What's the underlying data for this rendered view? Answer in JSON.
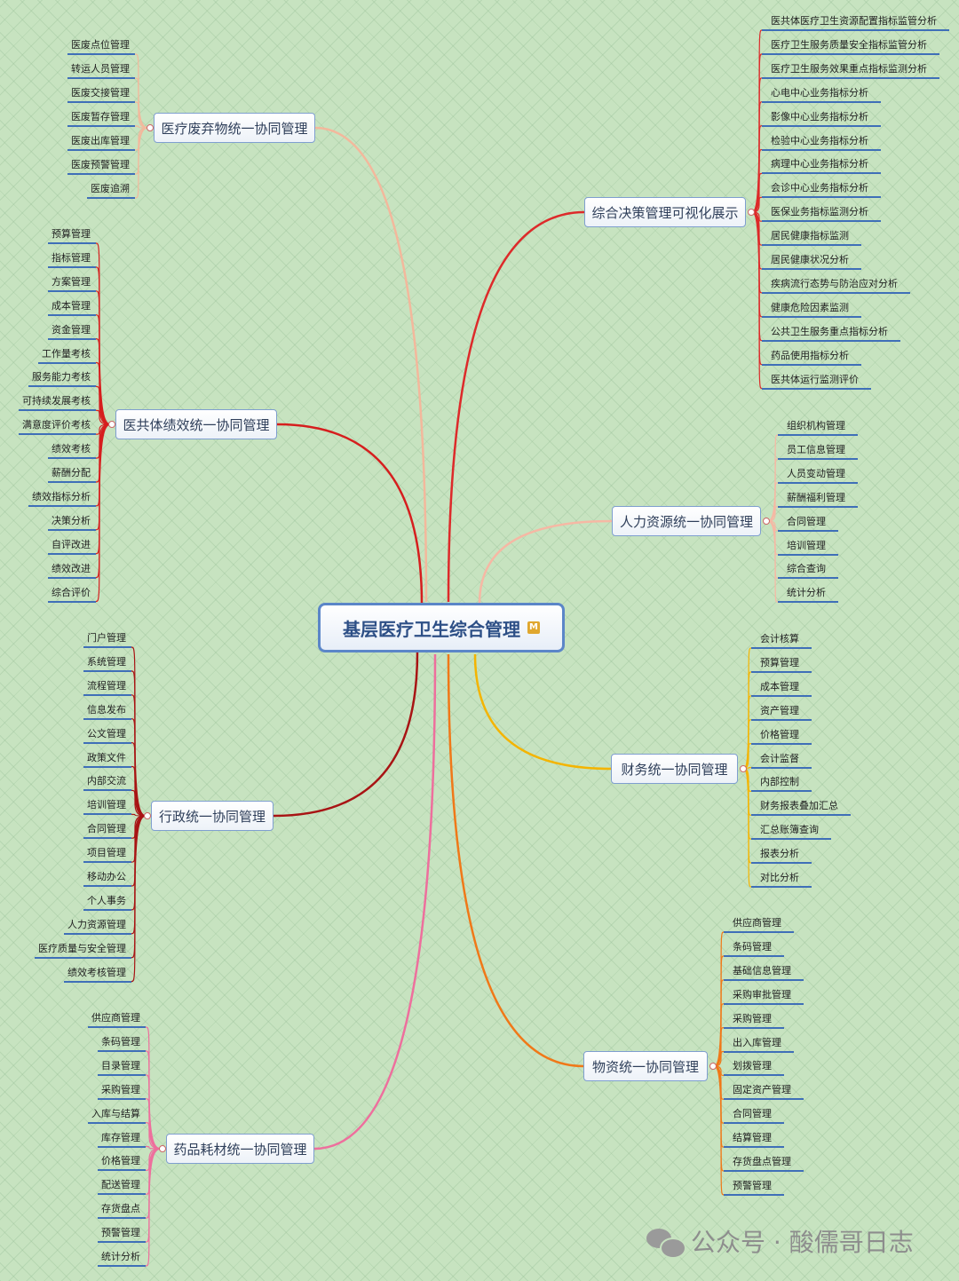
{
  "center": {
    "title": "基层医疗卫生综合管理",
    "badge": "M"
  },
  "branches": [
    {
      "id": "waste",
      "label": "医疗废弃物统一协同管理",
      "color": "#f3b89c",
      "items": [
        "医废点位管理",
        "转运人员管理",
        "医废交接管理",
        "医废暂存管理",
        "医废出库管理",
        "医废预警管理",
        "医废追溯"
      ]
    },
    {
      "id": "perf",
      "label": "医共体绩效统一协同管理",
      "color": "#d61e1e",
      "items": [
        "预算管理",
        "指标管理",
        "方案管理",
        "成本管理",
        "资金管理",
        "工作量考核",
        "服务能力考核",
        "可持续发展考核",
        "满意度评价考核",
        "绩效考核",
        "薪酬分配",
        "绩效指标分析",
        "决策分析",
        "自评改进",
        "绩效改进",
        "综合评价"
      ]
    },
    {
      "id": "admin",
      "label": "行政统一协同管理",
      "color": "#a81414",
      "items": [
        "门户管理",
        "系统管理",
        "流程管理",
        "信息发布",
        "公文管理",
        "政策文件",
        "内部交流",
        "培训管理",
        "合同管理",
        "项目管理",
        "移动办公",
        "个人事务",
        "人力资源管理",
        "医疗质量与安全管理",
        "绩效考核管理"
      ]
    },
    {
      "id": "drug",
      "label": "药品耗材统一协同管理",
      "color": "#ee6f9d",
      "items": [
        "供应商管理",
        "条码管理",
        "目录管理",
        "采购管理",
        "入库与结算",
        "库存管理",
        "价格管理",
        "配送管理",
        "存货盘点",
        "预警管理",
        "统计分析"
      ]
    },
    {
      "id": "decision",
      "label": "综合决策管理可视化展示",
      "color": "#dd2a2a",
      "items": [
        "医共体医疗卫生资源配置指标监管分析",
        "医疗卫生服务质量安全指标监管分析",
        "医疗卫生服务效果重点指标监测分析",
        "心电中心业务指标分析",
        "影像中心业务指标分析",
        "检验中心业务指标分析",
        "病理中心业务指标分析",
        "会诊中心业务指标分析",
        "医保业务指标监测分析",
        "居民健康指标监测",
        "居民健康状况分析",
        "疾病流行态势与防治应对分析",
        "健康危险因素监测",
        "公共卫生服务重点指标分析",
        "药品使用指标分析",
        "医共体运行监测评价"
      ]
    },
    {
      "id": "hr",
      "label": "人力资源统一协同管理",
      "color": "#f6b8a4",
      "items": [
        "组织机构管理",
        "员工信息管理",
        "人员变动管理",
        "薪酬福利管理",
        "合同管理",
        "培训管理",
        "综合查询",
        "统计分析"
      ]
    },
    {
      "id": "finance",
      "label": "财务统一协同管理",
      "color": "#f4b400",
      "items": [
        "会计核算",
        "预算管理",
        "成本管理",
        "资产管理",
        "价格管理",
        "会计监督",
        "内部控制",
        "财务报表叠加汇总",
        "汇总账簿查询",
        "报表分析",
        "对比分析"
      ]
    },
    {
      "id": "material",
      "label": "物资统一协同管理",
      "color": "#f07818",
      "items": [
        "供应商管理",
        "条码管理",
        "基础信息管理",
        "采购审批管理",
        "采购管理",
        "出入库管理",
        "划拨管理",
        "固定资产管理",
        "合同管理",
        "结算管理",
        "存货盘点管理",
        "预警管理"
      ]
    }
  ],
  "watermark": {
    "text": "公众号 · 酸儒哥日志"
  }
}
